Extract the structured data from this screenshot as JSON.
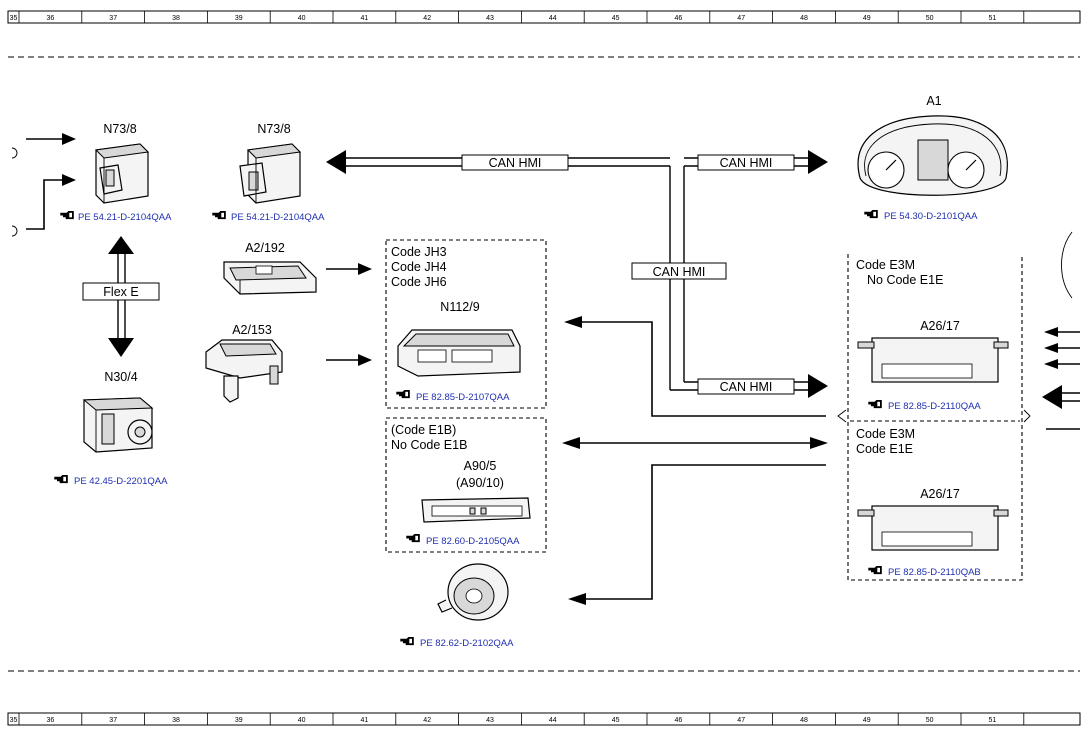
{
  "ruler": {
    "numbers": [
      "35",
      "36",
      "37",
      "38",
      "39",
      "40",
      "41",
      "42",
      "43",
      "44",
      "45",
      "46",
      "47",
      "48",
      "49",
      "50",
      "51"
    ]
  },
  "components": {
    "n73_8_a": {
      "label": "N73/8",
      "ref": "PE 54.21-D-2104QAA"
    },
    "n73_8_b": {
      "label": "N73/8",
      "ref": "PE 54.21-D-2104QAA"
    },
    "flex_e": {
      "label": "Flex E"
    },
    "n30_4": {
      "label": "N30/4",
      "ref": "PE 42.45-D-2201QAA"
    },
    "a2_192": {
      "label": "A2/192"
    },
    "a2_153": {
      "label": "A2/153"
    },
    "box_jh": {
      "codes": [
        "Code JH3",
        "Code JH4",
        "Code JH6"
      ]
    },
    "n112_9": {
      "label": "N112/9",
      "ref": "PE 82.85-D-2107QAA"
    },
    "box_e1b": {
      "codes": [
        "(Code E1B)",
        "No Code E1B"
      ]
    },
    "a90_5": {
      "label": "A90/5",
      "label_alt": "(A90/10)",
      "ref": "PE 82.60-D-2105QAA"
    },
    "speaker": {
      "ref": "PE 82.62-D-2102QAA"
    },
    "a1": {
      "label": "A1",
      "ref": "PE 54.30-D-2101QAA"
    },
    "box_e3m_top": {
      "codes": [
        "Code E3M",
        "No Code E1E"
      ]
    },
    "a26_17_top": {
      "label": "A26/17",
      "ref": "PE 82.85-D-2110QAA"
    },
    "box_e3m_bottom": {
      "codes": [
        "Code E3M",
        "Code E1E"
      ]
    },
    "a26_17_bottom": {
      "label": "A26/17",
      "ref": "PE 82.85-D-2110QAB"
    }
  },
  "bus_labels": {
    "can_left": "CAN HMI",
    "can_right": "CAN HMI",
    "can_mid": "CAN HMI",
    "can_low": "CAN HMI"
  },
  "colors": {
    "reference_text": "#1f2fb0",
    "line": "#000000"
  },
  "icons": {
    "reference": "pointing-hand-icon"
  }
}
